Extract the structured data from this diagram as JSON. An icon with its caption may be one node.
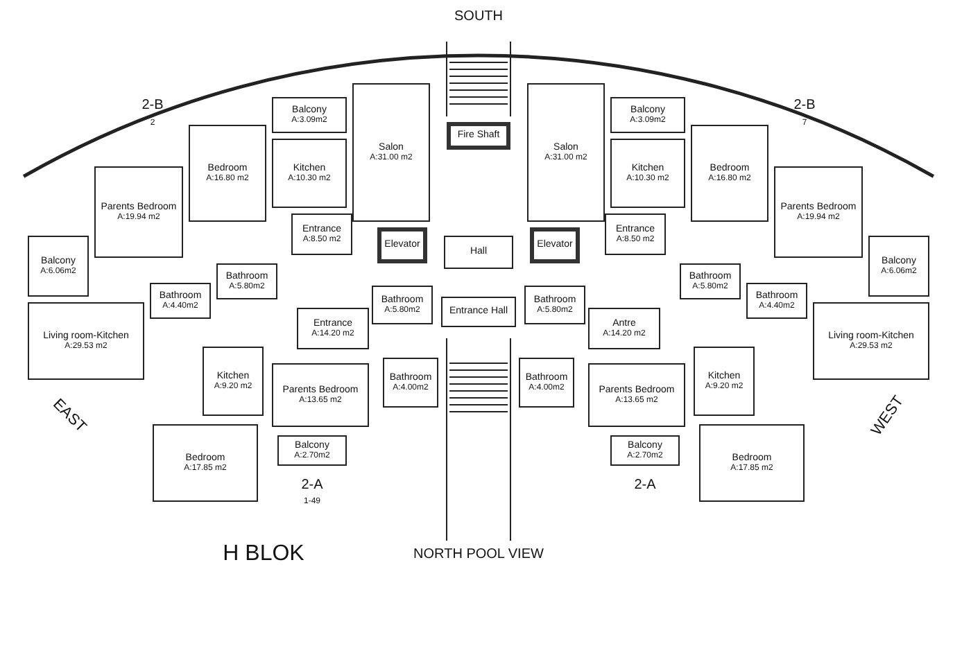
{
  "diagram": {
    "nodes": [
      {
        "text": [
          "Balcony",
          "A:3.09m2"
        ]
      },
      {
        "text": [
          "Kitchen",
          "A:10.30 m2"
        ]
      },
      {
        "text": [
          "Bedroom",
          "A:16.80 m2"
        ]
      },
      {
        "text": [
          "Parents Bedroom",
          "A:19.94 m2"
        ]
      },
      {
        "text": [
          "Balcony",
          "A:6.06m2"
        ]
      },
      {
        "text": [
          "Living room-Kitchen",
          "A:29.53 m2"
        ]
      },
      {
        "text": [
          "Salon",
          "A:31.00 m2"
        ]
      },
      {
        "text": [
          "Entrance",
          "A:8.50 m2"
        ]
      },
      {
        "text": [
          "Bathroom",
          "A:5.80m2"
        ]
      },
      {
        "text": [
          "Bathroom",
          "A:4.40m2"
        ]
      },
      {
        "text": [
          "Fire Shaft"
        ]
      },
      {
        "text": [
          "Elevator"
        ]
      },
      {
        "text": [
          "Hall"
        ]
      },
      {
        "text": [
          "Elevator"
        ]
      },
      {
        "text": [
          "Entrance Hall"
        ]
      },
      {
        "text": [
          "Salon",
          "A:31.00 m2"
        ]
      },
      {
        "text": [
          "Balcony",
          "A:3.09m2"
        ]
      },
      {
        "text": [
          "Kitchen",
          "A:10.30 m2"
        ]
      },
      {
        "text": [
          "Bedroom",
          "A:16.80 m2"
        ]
      },
      {
        "text": [
          "Parents Bedroom",
          "A:19.94 m2"
        ]
      },
      {
        "text": [
          "Balcony",
          "A:6.06m2"
        ]
      },
      {
        "text": [
          "Living room-Kitchen",
          "A:29.53 m2"
        ]
      },
      {
        "text": [
          "Entrance",
          "A:8.50 m2"
        ]
      },
      {
        "text": [
          "Bathroom",
          "A:5.80m2"
        ]
      },
      {
        "text": [
          "Bathroom",
          "A:4.40m2"
        ]
      },
      {
        "text": [
          "Bathroom",
          "A:5.80m2"
        ]
      },
      {
        "text": [
          "Entrance",
          "A:14.20 m2"
        ]
      },
      {
        "text": [
          "Bathroom",
          "A:4.00m2"
        ]
      },
      {
        "text": [
          "Parents Bedroom",
          "A:13.65 m2"
        ]
      },
      {
        "text": [
          "Kitchen",
          "A:9.20 m2"
        ]
      },
      {
        "text": [
          "Balcony",
          "A:2.70m2"
        ]
      },
      {
        "text": [
          "Bedroom",
          "A:17.85 m2"
        ]
      },
      {
        "text": [
          "Bathroom",
          "A:5.80m2"
        ]
      },
      {
        "text": [
          "Antre",
          "A:14.20 m2"
        ]
      },
      {
        "text": [
          "Bathroom",
          "A:4.00m2"
        ]
      },
      {
        "text": [
          "Parents Bedroom",
          "A:13.65 m2"
        ]
      },
      {
        "text": [
          "Kitchen",
          "A:9.20 m2"
        ]
      },
      {
        "text": [
          "Balcony",
          "A:2.70m2"
        ]
      },
      {
        "text": [
          "Bedroom",
          "A:17.85 m2"
        ]
      }
    ],
    "labels": [
      "SOUTH",
      "2-B",
      "2",
      "2-B",
      "7",
      "EAST",
      "WEST",
      "2-A",
      "1-49",
      "2-A",
      "H BLOK",
      "NORTH POOL VIEW"
    ]
  }
}
